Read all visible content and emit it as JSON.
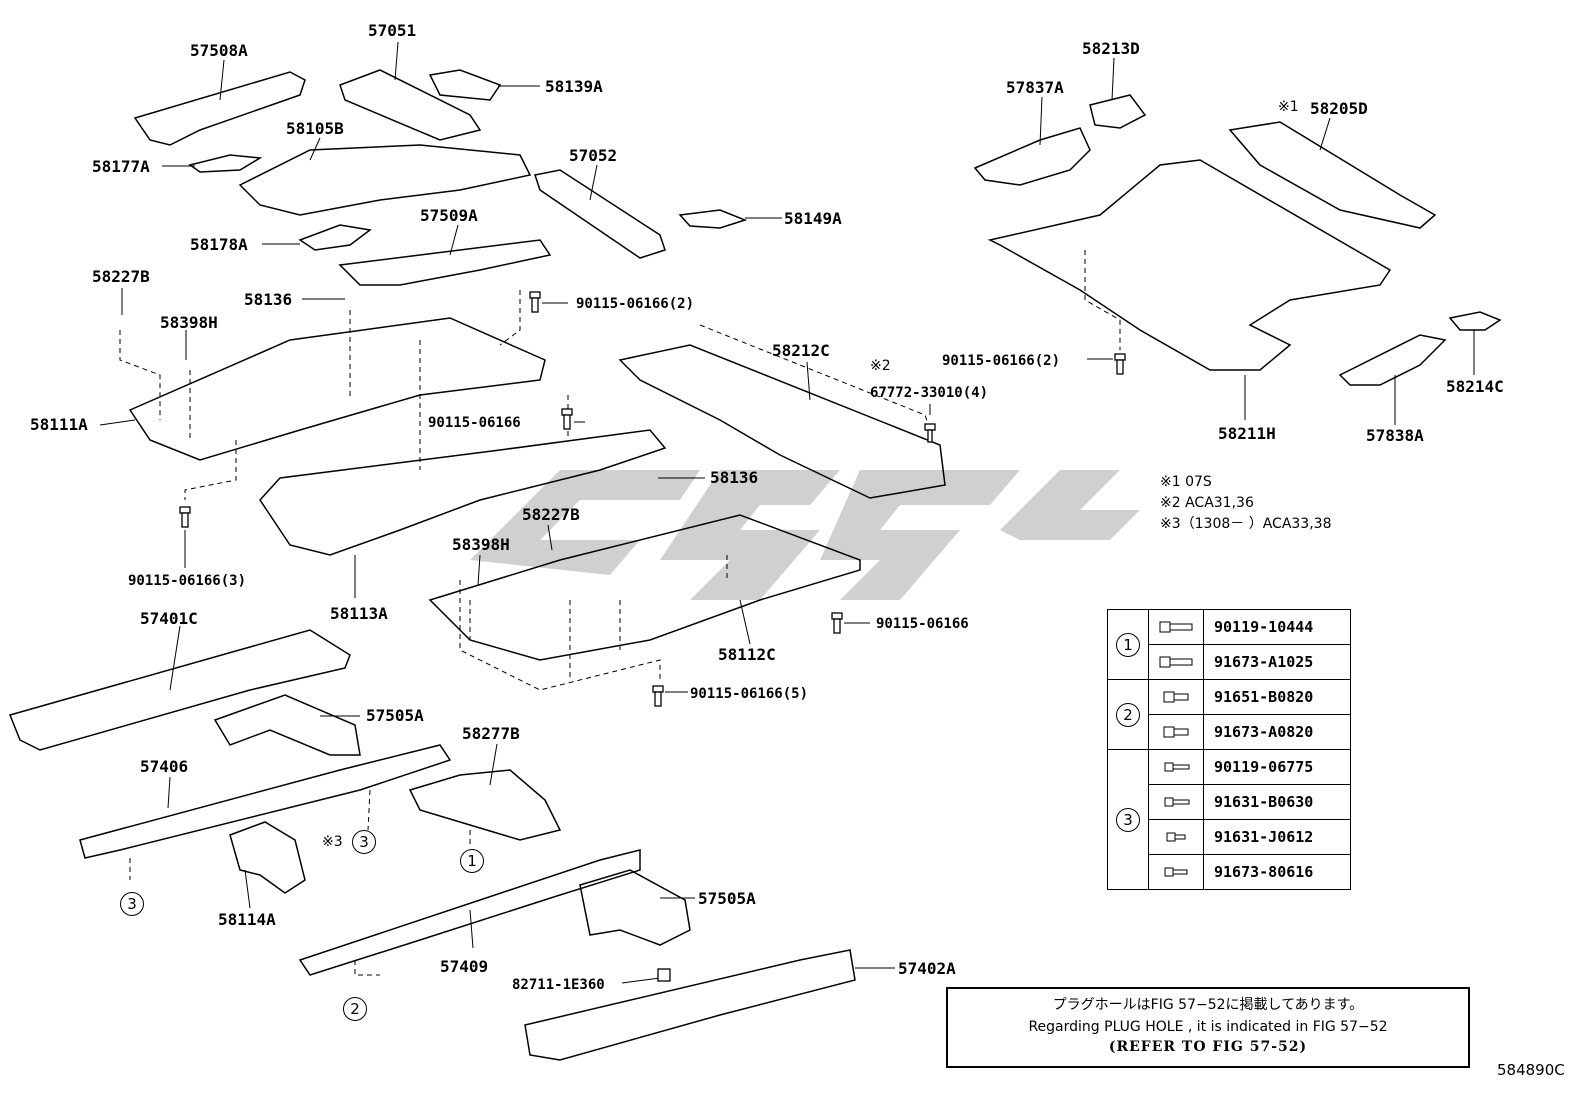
{
  "figure_code": "584890C",
  "labels": {
    "p57508A": "57508A",
    "p57051": "57051",
    "p58139A": "58139A",
    "p58105B": "58105B",
    "p58177A": "58177A",
    "p57052": "57052",
    "p57509A": "57509A",
    "p58149A": "58149A",
    "p58178A": "58178A",
    "p58227B_a": "58227B",
    "p58136_a": "58136",
    "p58398H_a": "58398H",
    "b9011506166_2a": "90115-06166(2)",
    "p58111A": "58111A",
    "b9011506166_a": "90115-06166",
    "b9011506166_3": "90115-06166(3)",
    "p58113A": "58113A",
    "p58212C": "58212C",
    "p6777233010": "67772-33010(4)",
    "p58136_b": "58136",
    "p58227B_b": "58227B",
    "p58398H_b": "58398H",
    "b9011506166_b": "90115-06166",
    "p58112C": "58112C",
    "b9011506166_5": "90115-06166(5)",
    "p57401C": "57401C",
    "p57505A_a": "57505A",
    "p58277B": "58277B",
    "p57406": "57406",
    "p58114A": "58114A",
    "p57505A_b": "57505A",
    "p57409": "57409",
    "p8271101E360": "82711-1E360",
    "p57402A": "57402A",
    "p58213D": "58213D",
    "p57837A": "57837A",
    "p58205D": "58205D",
    "b9011506166_2b": "90115-06166(2)",
    "p58211H": "58211H",
    "p57838A": "57838A",
    "p58214C": "58214C"
  },
  "marks": {
    "m1": "※1",
    "m2": "※2",
    "m3": "※3"
  },
  "circled": {
    "c1": "1",
    "c2": "2",
    "c3a": "3",
    "c3b": "3",
    "c3c": "3"
  },
  "notes": [
    "※1 07S",
    "※2 ACA31,36",
    "※3（1308－ ）ACA33,38"
  ],
  "fastener_table": [
    {
      "group": "1",
      "parts": [
        "90119-10444",
        "91673-A1025"
      ]
    },
    {
      "group": "2",
      "parts": [
        "91651-B0820",
        "91673-A0820"
      ]
    },
    {
      "group": "3",
      "parts": [
        "90119-06775",
        "91631-B0630",
        "91631-J0612",
        "91673-80616"
      ]
    }
  ],
  "plug_note": {
    "jp": "プラグホールはFIG 57−52に掲載してあります。",
    "en": "Regarding  PLUG  HOLE , it is indicated in FIG  57−52",
    "ref": "(REFER TO FIG 57-52)"
  },
  "colors": {
    "line": "#000000",
    "watermark": "#c8c8c8"
  }
}
